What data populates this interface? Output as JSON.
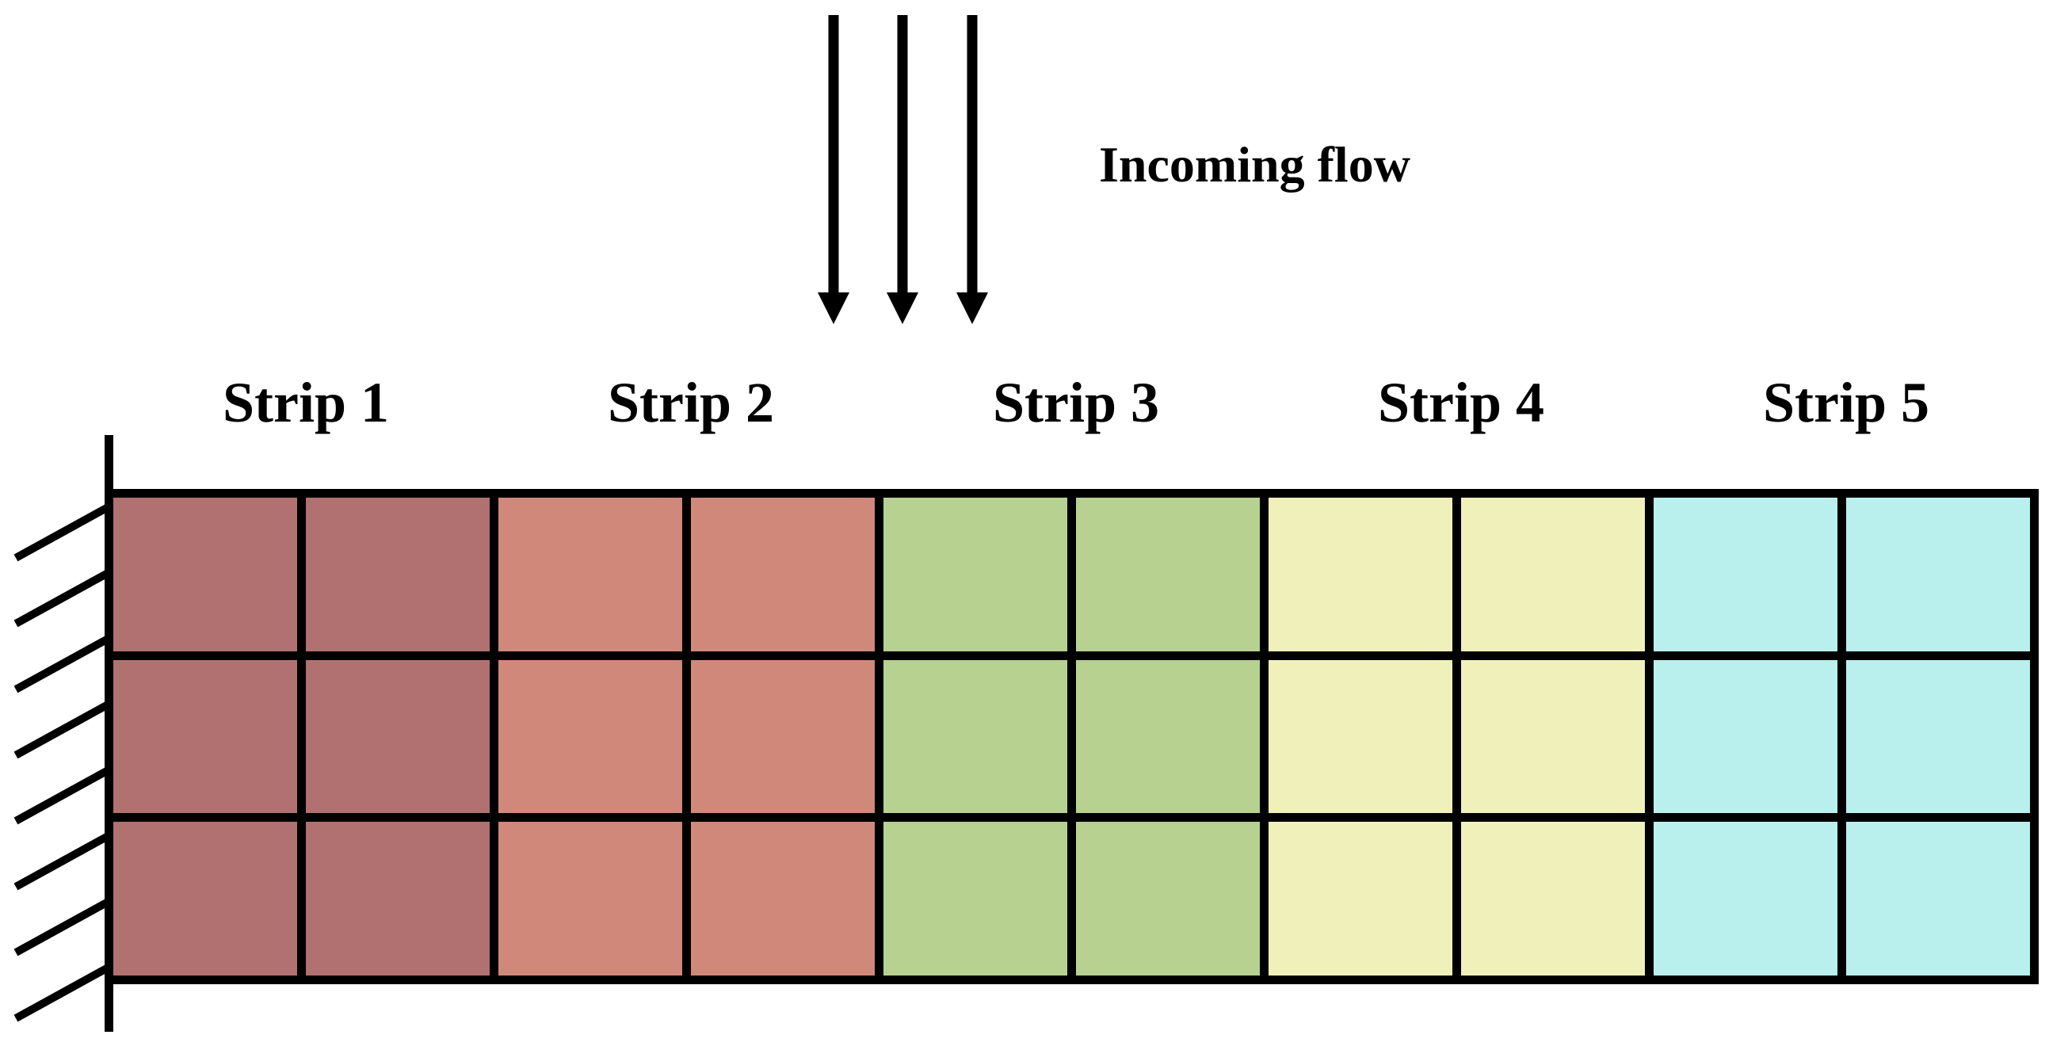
{
  "incoming_flow": {
    "label": "Incoming flow",
    "arrow_count": 3
  },
  "strips": [
    {
      "label": "Strip 1",
      "color": "#B07170"
    },
    {
      "label": "Strip 2",
      "color": "#CF8879"
    },
    {
      "label": "Strip 3",
      "color": "#B6D190"
    },
    {
      "label": "Strip 4",
      "color": "#F0F0BA"
    },
    {
      "label": "Strip 5",
      "color": "#B9F0EE"
    }
  ],
  "grid": {
    "rows": 3,
    "columns_per_strip": 2,
    "line_color": "#000000"
  },
  "support": {
    "hatch_count": 8,
    "color": "#000000"
  }
}
